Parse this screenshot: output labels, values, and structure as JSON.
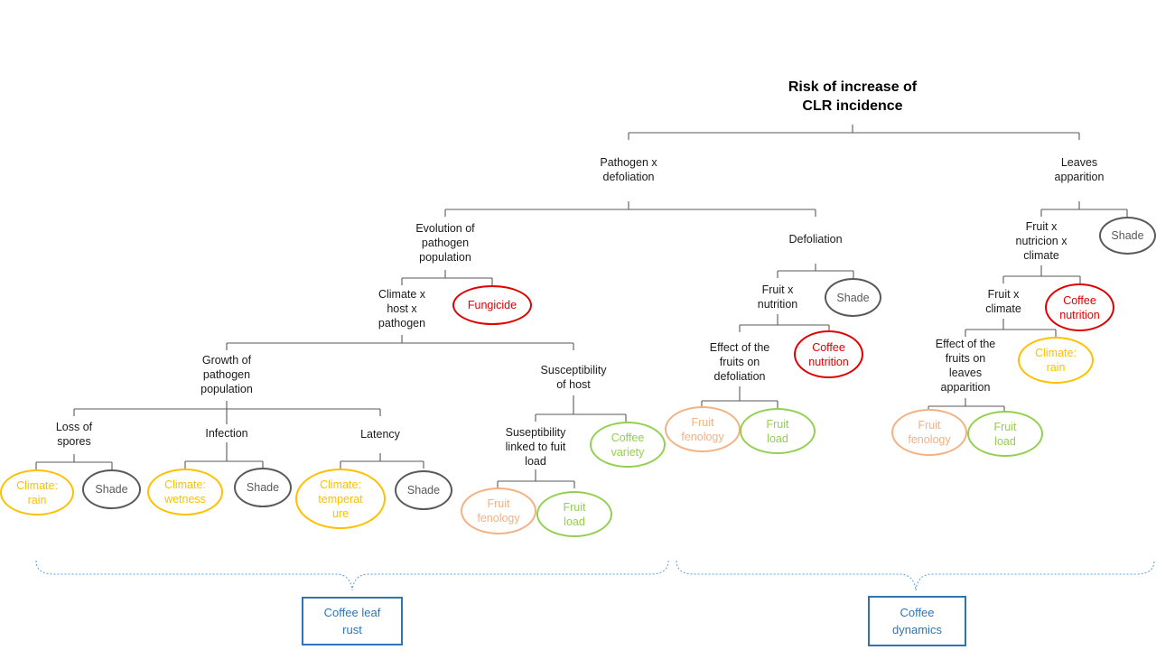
{
  "colors": {
    "climate": "#ffc000",
    "shade": "#595959",
    "management": "#e00000",
    "fenology": "#f4b183",
    "load": "#92d050",
    "group_box": "#2e75b6",
    "connector": "#595959"
  },
  "title": {
    "line1": "Risk of increase of",
    "line2": "CLR incidence"
  },
  "nodes": {
    "pathogen_defoliation": "Pathogen x\ndefoliation",
    "leaves_apparition": "Leaves\napparition",
    "evolution_pathogen": "Evolution of\npathogen\npopulation",
    "defoliation": "Defoliation",
    "climate_host_pathogen": "Climate x\nhost x\npathogen",
    "fruit_nutrition": "Fruit x\nnutrition",
    "fruit_nutricion_climate": "Fruit x\nnutricion x\nclimate",
    "fruit_climate": "Fruit x\nclimate",
    "growth_pathogen": "Growth of\npathogen\npopulation",
    "susceptibility_host": "Susceptibility\nof host",
    "effect_fruits_defoliation": "Effect of the\nfruits on\ndefoliation",
    "effect_fruits_leaves": "Effect of the\nfruits on\nleaves\napparition",
    "loss_spores": "Loss of\nspores",
    "infection": "Infection",
    "latency": "Latency",
    "susceptibility_fruit": "Suseptibility\nlinked to fuit\nload"
  },
  "ovals": {
    "fungicide": "Fungicide",
    "shade_defol": "Shade",
    "shade_leaves": "Shade",
    "coffee_nutrition_defol": "Coffee\nnutrition",
    "coffee_nutrition_leaves": "Coffee\nnutrition",
    "climate_rain_leaves": "Climate:\nrain",
    "coffee_variety": "Coffee\nvariety",
    "fruit_fenology_defol": "Fruit\nfenology",
    "fruit_load_defol": "Fruit\nload",
    "fruit_fenology_leaves": "Fruit\nfenology",
    "fruit_load_leaves": "Fruit\nload",
    "climate_rain_loss": "Climate:\nrain",
    "shade_loss": "Shade",
    "climate_wetness": "Climate:\nwetness",
    "shade_infection": "Shade",
    "climate_temperature": "Climate:\ntemperat\nure",
    "shade_latency": "Shade",
    "fruit_fenology_susc": "Fruit\nfenology",
    "fruit_load_susc": "Fruit\nload"
  },
  "groups": {
    "coffee_leaf_rust": "Coffee leaf\nrust",
    "coffee_dynamics": "Coffee\ndynamics"
  }
}
